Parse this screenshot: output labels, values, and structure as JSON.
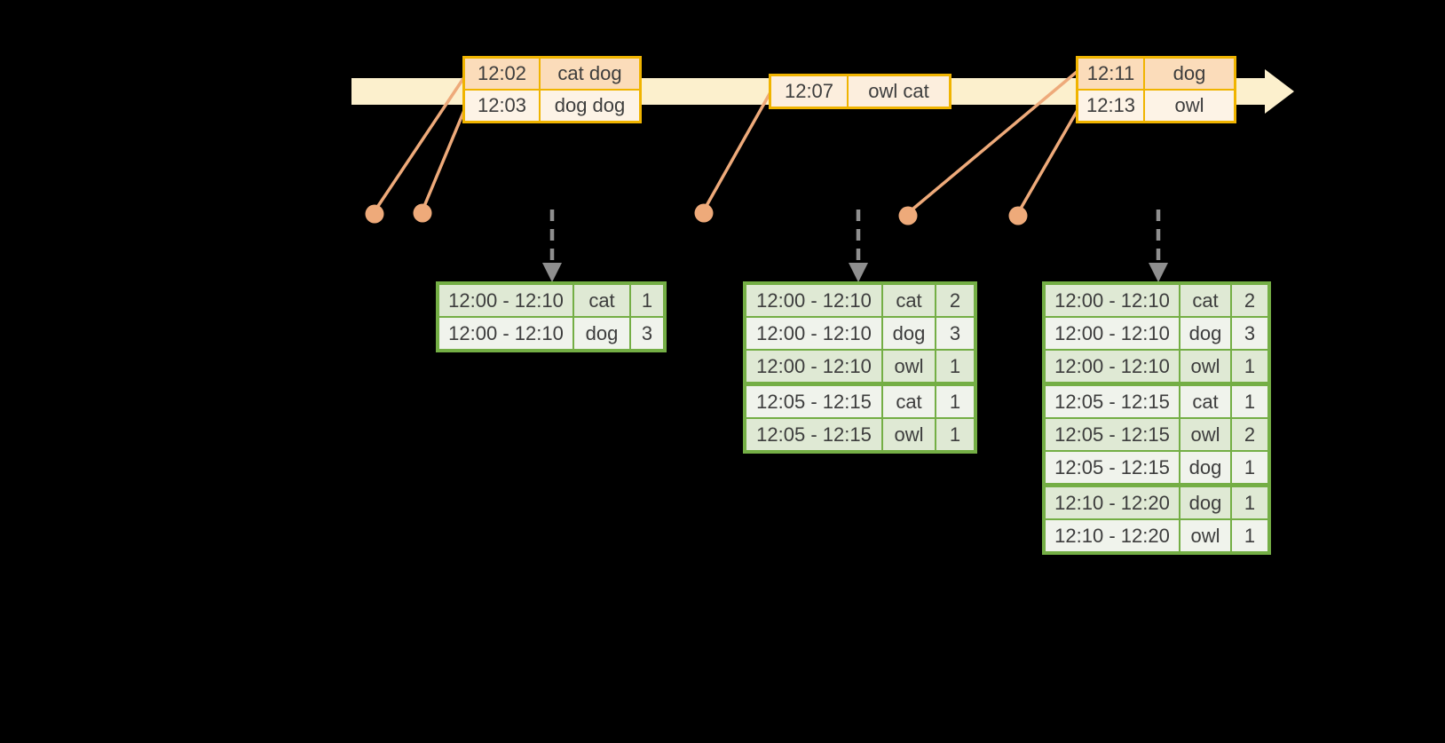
{
  "diagram": {
    "kind": "streaming-windowed-word-count-timeline",
    "colors": {
      "background": "#000000",
      "timeline_band": "#fcf0cd",
      "event_border": "#f0b400",
      "event_row_dark": "#fbdcba",
      "event_row_light": "#fdf3e6",
      "event_row_mid": "#fceedd",
      "connector": "#eeaa7a",
      "trigger_arrow": "#8f8f8f",
      "result_border": "#74ae45",
      "result_row_dark": "#dfe9d4",
      "result_row_light": "#f0f3ec",
      "text": "#3d3d3d"
    }
  },
  "events": [
    {
      "rows": [
        {
          "time": "12:02",
          "words": "cat dog"
        },
        {
          "time": "12:03",
          "words": "dog dog"
        }
      ]
    },
    {
      "rows": [
        {
          "time": "12:07",
          "words": "owl cat"
        }
      ]
    },
    {
      "rows": [
        {
          "time": "12:11",
          "words": "dog"
        },
        {
          "time": "12:13",
          "words": "owl"
        }
      ]
    }
  ],
  "results": [
    {
      "rows": [
        {
          "window": "12:00 - 12:10",
          "word": "cat",
          "count": "1"
        },
        {
          "window": "12:00 - 12:10",
          "word": "dog",
          "count": "3"
        }
      ]
    },
    {
      "rows": [
        {
          "window": "12:00 - 12:10",
          "word": "cat",
          "count": "2"
        },
        {
          "window": "12:00 - 12:10",
          "word": "dog",
          "count": "3"
        },
        {
          "window": "12:00 - 12:10",
          "word": "owl",
          "count": "1"
        },
        {
          "window": "12:05 - 12:15",
          "word": "cat",
          "count": "1"
        },
        {
          "window": "12:05 - 12:15",
          "word": "owl",
          "count": "1"
        }
      ]
    },
    {
      "rows": [
        {
          "window": "12:00 - 12:10",
          "word": "cat",
          "count": "2"
        },
        {
          "window": "12:00 - 12:10",
          "word": "dog",
          "count": "3"
        },
        {
          "window": "12:00 - 12:10",
          "word": "owl",
          "count": "1"
        },
        {
          "window": "12:05 - 12:15",
          "word": "cat",
          "count": "1"
        },
        {
          "window": "12:05 - 12:15",
          "word": "owl",
          "count": "2"
        },
        {
          "window": "12:05 - 12:15",
          "word": "dog",
          "count": "1"
        },
        {
          "window": "12:10 - 12:20",
          "word": "dog",
          "count": "1"
        },
        {
          "window": "12:10 - 12:20",
          "word": "owl",
          "count": "1"
        }
      ]
    }
  ]
}
